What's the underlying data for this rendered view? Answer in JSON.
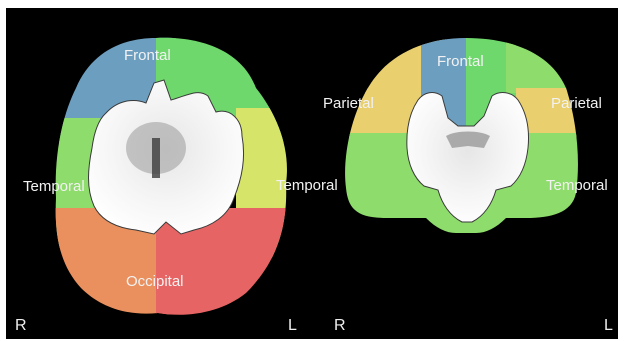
{
  "views": [
    {
      "name": "axial",
      "region_labels": {
        "frontal": "Frontal",
        "temporal": "Temporal",
        "occipital": "Occipital"
      },
      "orientation": {
        "left_marker": "R",
        "right_marker": "L"
      }
    },
    {
      "name": "coronal",
      "region_labels": {
        "frontal": "Frontal",
        "parietal_right": "Parietal",
        "parietal_left": "Parietal",
        "temporal_right": "Temporal",
        "temporal_left": "Temporal"
      },
      "orientation": {
        "left_marker": "R",
        "right_marker": "L"
      }
    }
  ],
  "colors": {
    "background": "#000000",
    "frontal_right": "#6c9ec0",
    "frontal_left": "#6fd86c",
    "temporal": "#8edc6c",
    "temporal_left": "#d7e46a",
    "occipital_right": "#e9905e",
    "occipital_left": "#e76464",
    "parietal": "#e9cf6e",
    "white_matter": "#f4f4f4"
  }
}
